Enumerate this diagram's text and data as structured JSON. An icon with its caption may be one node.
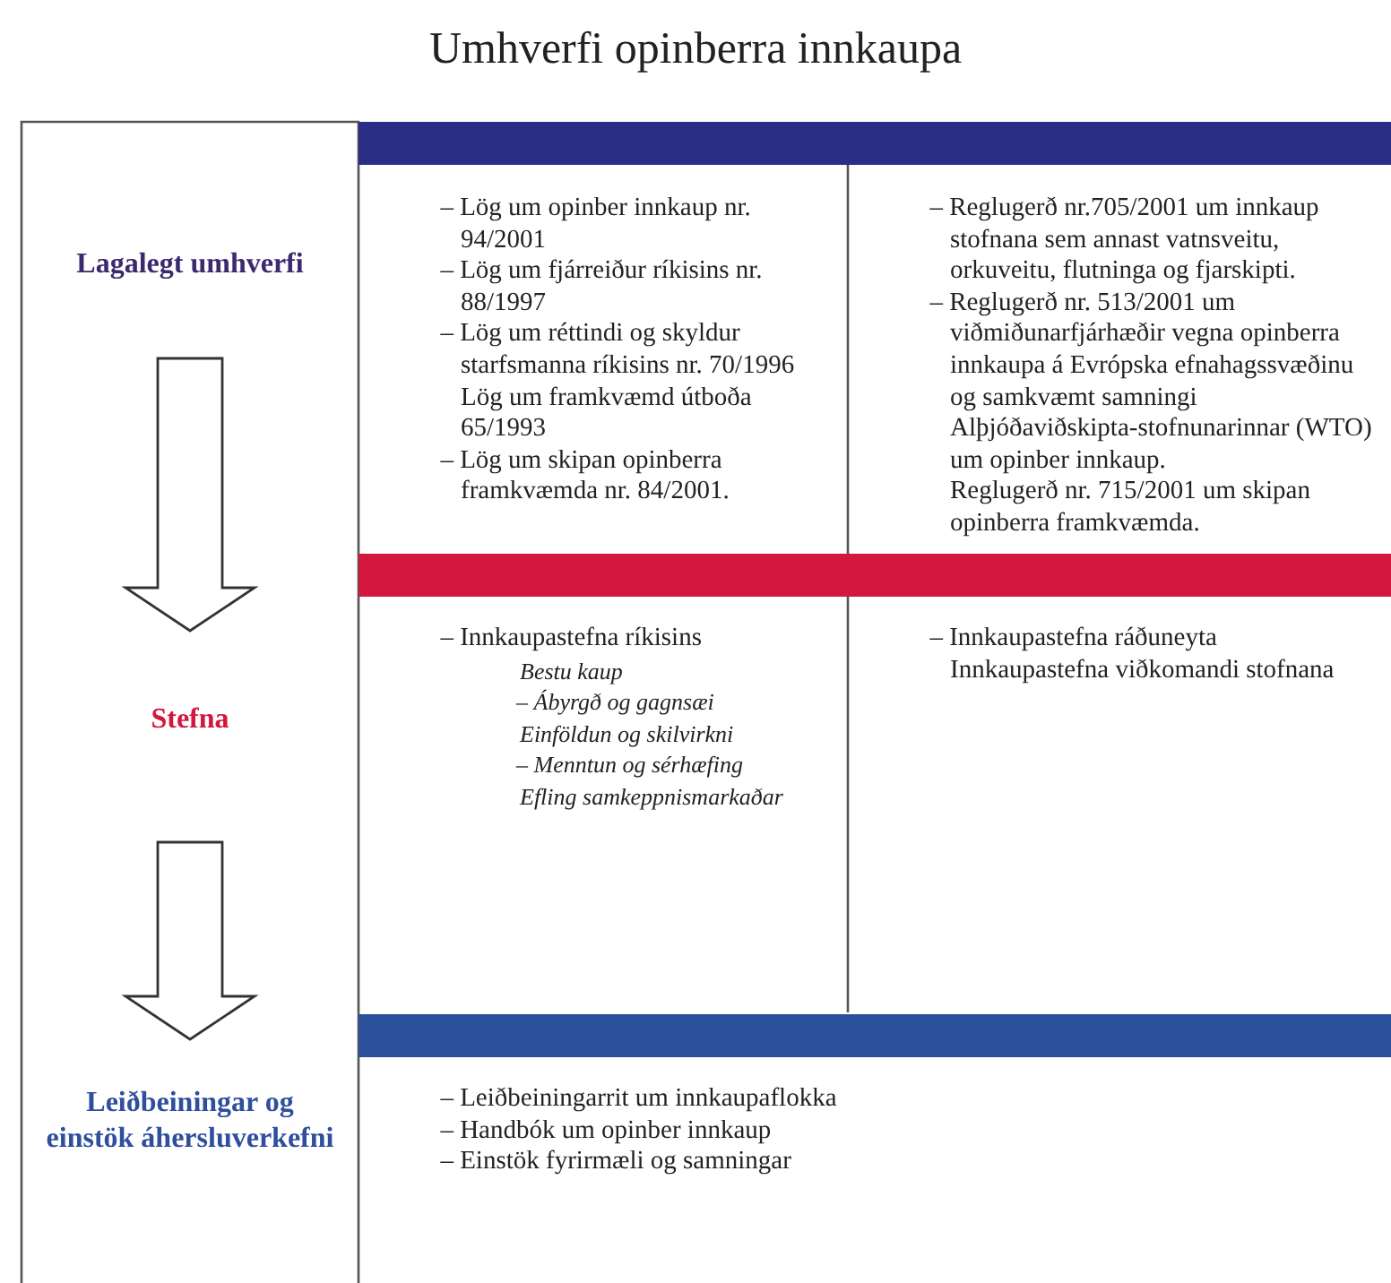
{
  "diagram": {
    "title": "Umhverfi opinberra innkaupa",
    "nodes": [
      {
        "text": [
          "Lagalegt umhverfi"
        ]
      },
      {
        "text": [
          "Stefna"
        ]
      },
      {
        "text": [
          "Leiðbeiningar og einstök áhersluverkefni"
        ]
      },
      {
        "text": [
          "– Lög um opinber innkaup nr. 94/2001",
          "– Lög um fjárreiður ríkisins nr. 88/1997",
          "– Lög um réttindi og skyldur starfsmanna ríkisins nr. 70/1996",
          "Lög um framkvæmd útboða 65/1993",
          "– Lög um skipan opinberra framkvæmda nr. 84/2001."
        ]
      },
      {
        "text": [
          "– Reglugerð nr.705/2001 um innkaup stofnana sem annast vatnsveitu, orkuveitu, flutninga og fjarskipti.",
          "– Reglugerð nr. 513/2001 um viðmiðunarfjárhæðir vegna opinberra innkaupa á Evrópska efnahagssvæðinu og samkvæmt samningi Alþjóðaviðskipta-stofnunarinnar (WTO) um opinber innkaup.",
          "Reglugerð nr. 715/2001 um skipan opinberra framkvæmda."
        ]
      },
      {
        "text": [
          "– Innkaupastefna ríkisins",
          "Bestu kaup",
          "– Ábyrgð og gagnsæi",
          "Einföldun og skilvirkni",
          "– Menntun og sérhæfing",
          "Efling samkeppnismarkaðar"
        ]
      },
      {
        "text": [
          "– Innkaupastefna ráðuneyta",
          "Innkaupastefna viðkomandi stofnana"
        ]
      },
      {
        "text": [
          "– Leiðbeiningarrit um innkaupaflokka",
          "– Handbók um opinber innkaup",
          "– Einstök fyrirmæli og samningar"
        ]
      }
    ],
    "edges": [
      {
        "from": 0,
        "to": 1,
        "arrow": "to"
      },
      {
        "from": 1,
        "to": 2,
        "arrow": "to"
      }
    ]
  }
}
